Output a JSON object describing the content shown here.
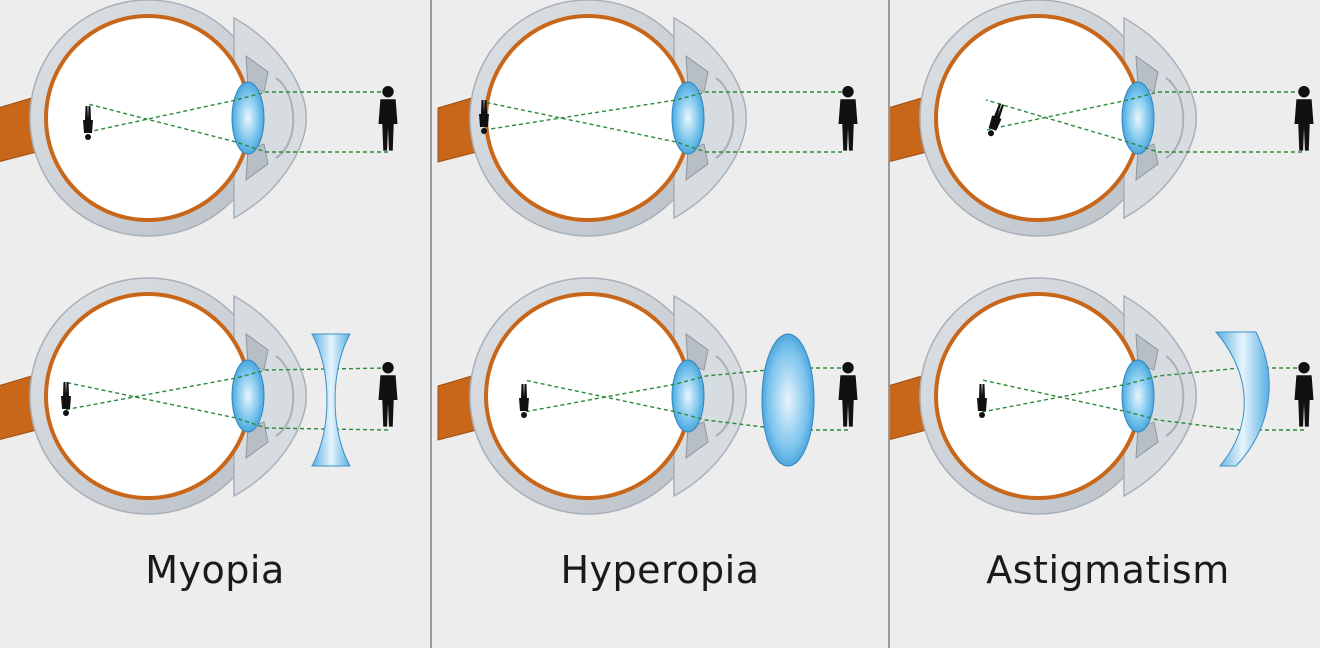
{
  "panels": [
    {
      "key": "myopia",
      "label": "Myopia",
      "lens_type": "concave",
      "image_position": "in-front-of-retina"
    },
    {
      "key": "hyperopia",
      "label": "Hyperopia",
      "lens_type": "convex",
      "image_position": "behind-retina"
    },
    {
      "key": "astigmatism",
      "label": "Astigmatism",
      "lens_type": "cylindrical",
      "image_position": "distorted"
    }
  ],
  "colors": {
    "background": "#ededed",
    "sclera": "#c8cdd2",
    "choroid": "#c8661a",
    "optic_nerve": "#c8661a",
    "crystalline_lens": "#4aa6de",
    "corrective_lens": "#5db3e6",
    "light_rays": "#2a8a3a",
    "figure": "#111111",
    "divider": "#9a9a9a"
  }
}
